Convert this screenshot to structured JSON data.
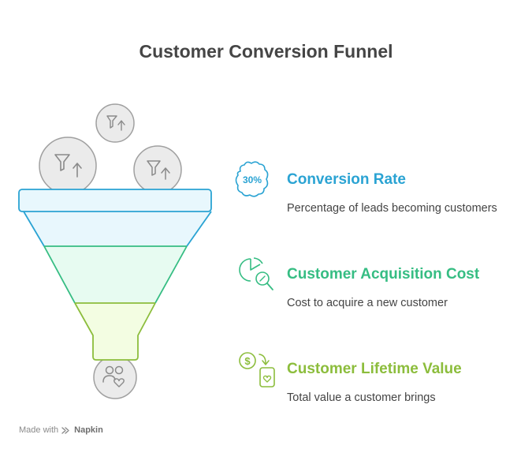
{
  "title": "Customer Conversion Funnel",
  "colors": {
    "blue": "#2aa3d3",
    "green": "#36bd83",
    "lime": "#8cbd3c",
    "gray_stroke": "#a0a0a0"
  },
  "funnel_stages": [
    {
      "color": "#e8f7fd",
      "stroke": "#2aa3d3"
    },
    {
      "color": "#e7fbf1",
      "stroke": "#36bd83"
    },
    {
      "color": "#f3fde2",
      "stroke": "#8cbd3c"
    }
  ],
  "top_icons": [
    "funnel-up-icon",
    "funnel-up-icon",
    "funnel-up-icon"
  ],
  "bottom_icon": "users-heart-icon",
  "items": [
    {
      "title": "Conversion Rate",
      "description": "Percentage of leads becoming customers",
      "badge": "30%",
      "icon": "percent-badge-icon",
      "color": "#2aa3d3"
    },
    {
      "title": "Customer Acquisition Cost",
      "description": "Cost to acquire a new customer",
      "icon": "chart-magnifier-icon",
      "color": "#36bd83"
    },
    {
      "title": "Customer Lifetime Value",
      "description": "Total value a customer brings",
      "icon": "dollar-jar-icon",
      "color": "#8cbd3c"
    }
  ],
  "footer": {
    "prefix": "Made with",
    "brand": "Napkin"
  }
}
